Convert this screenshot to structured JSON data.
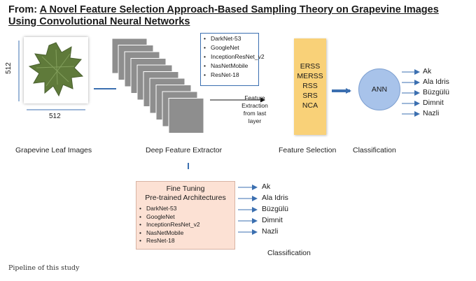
{
  "title": {
    "prefix": "From: ",
    "link_line1": "A Novel Feature Selection Approach-Based Sampling Theory on Grapevine Images",
    "link_line2": "Using Convolutional Neural Networks"
  },
  "input": {
    "height_label": "512",
    "width_label": "512",
    "caption": "Grapevine Leaf Images"
  },
  "extractor": {
    "caption": "Deep Feature Extractor",
    "models": [
      "DarkNet-53",
      "GoogleNet",
      "InceptionResNet_v2",
      "NasNetMobile",
      "ResNet-18"
    ],
    "arrow_label": [
      "Feature",
      "Extraction",
      "from last",
      "layer"
    ]
  },
  "feature_selection": {
    "methods": [
      "ERSS",
      "MERSS",
      "RSS",
      "SRS",
      "NCA"
    ],
    "caption": "Feature Selection"
  },
  "classifier": {
    "node": "ANN",
    "caption": "Classification",
    "classes": [
      "Ak",
      "Ala Idris",
      "Büzgülü",
      "Dimnit",
      "Nazli"
    ]
  },
  "fine_tuning": {
    "title_line1": "Fine Tuning",
    "title_line2": "Pre-trained Architectures",
    "models": [
      "DarkNet-53",
      "GoogleNet",
      "InceptionResNet_v2",
      "NasNetMobile",
      "ResNet-18"
    ],
    "classes": [
      "Ak",
      "Ala Idris",
      "Büzgülü",
      "Dimnit",
      "Nazli"
    ],
    "caption": "Classification"
  },
  "figure_caption": "Pipeline of this study",
  "colors": {
    "arrow": "#3b6fb0",
    "feature_box": "#f9d178",
    "ann_node": "#a8c3ea",
    "fine_tuning_box": "#fce1d4",
    "leaf": "#5f7a3a"
  }
}
